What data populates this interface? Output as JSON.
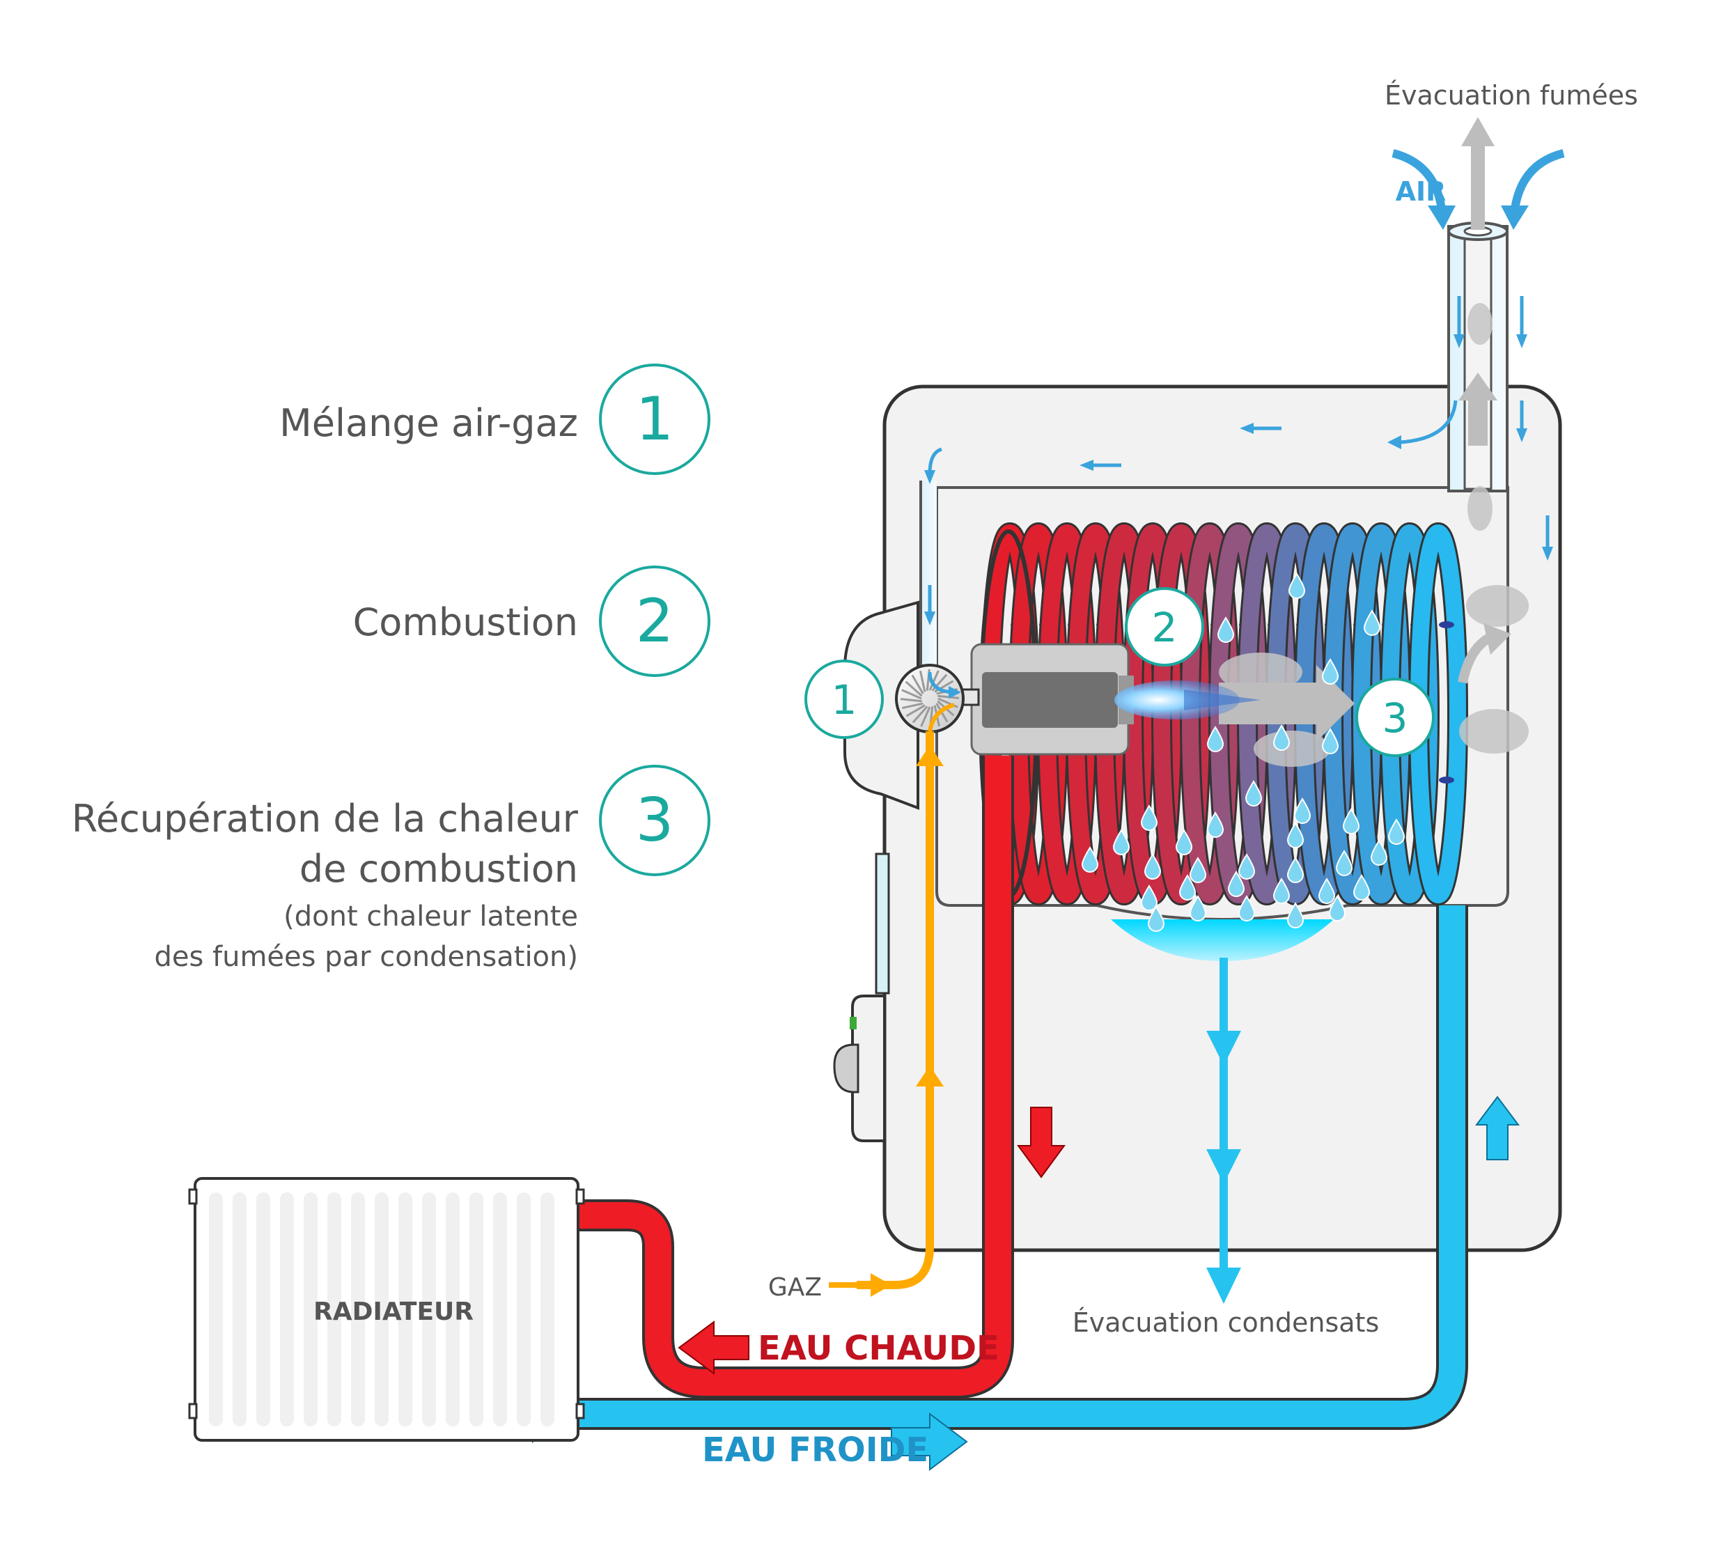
{
  "legend": {
    "items": [
      {
        "number": "1",
        "label": "Mélange air-gaz"
      },
      {
        "number": "2",
        "label": "Combustion"
      },
      {
        "number": "3",
        "label_line1": "Récupération de la chaleur",
        "label_line2": "de combustion",
        "note_line1": "(dont chaleur latente",
        "note_line2": "des fumées par condensation)"
      }
    ]
  },
  "labels": {
    "flue_exhaust": "Évacuation fumées",
    "air": "AIR",
    "condensate_exhaust": "Évacuation condensats",
    "gas": "GAZ",
    "hot_water": "EAU CHAUDE",
    "cold_water": "EAU FROIDE",
    "radiator": "RADIATEUR"
  },
  "markers": {
    "one": "1",
    "two": "2",
    "three": "3"
  },
  "colors": {
    "hot": "#ee1c25",
    "cold": "#27c3f0",
    "gas": "#ffaa00",
    "teal": "#1aa99e",
    "air": "#3aa3dd",
    "smoke": "#b5b5b5",
    "outline": "#333333"
  }
}
